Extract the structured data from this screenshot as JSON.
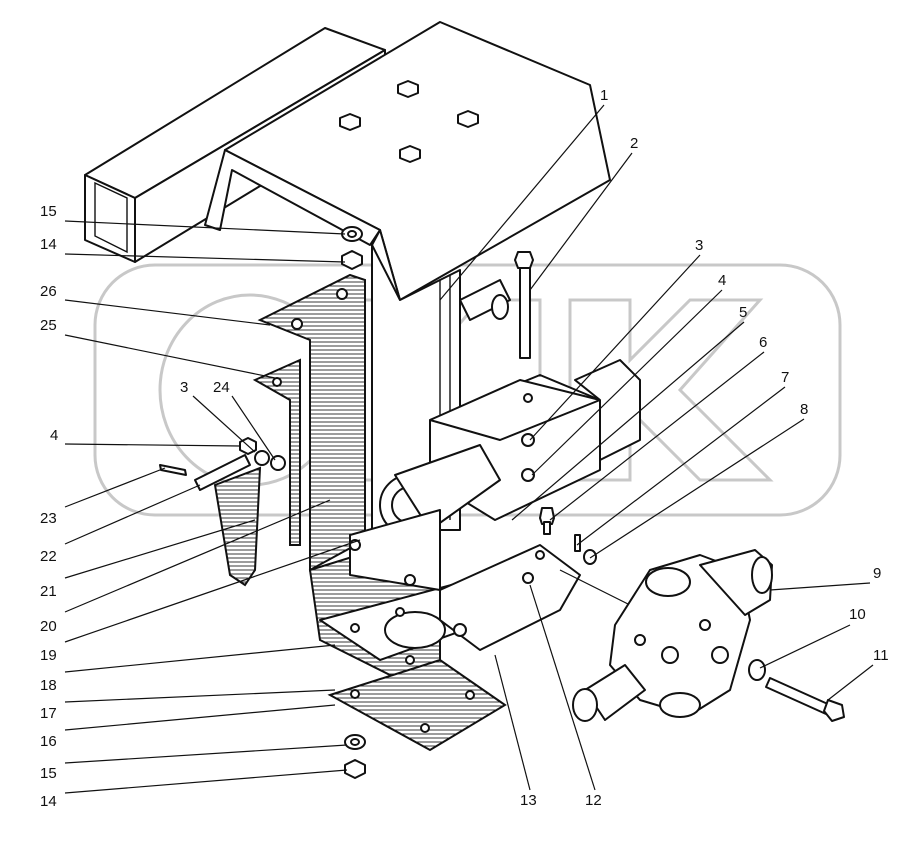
{
  "callouts": [
    {
      "id": "1",
      "text": "1"
    },
    {
      "id": "2",
      "text": "2"
    },
    {
      "id": "3",
      "text": "3"
    },
    {
      "id": "4",
      "text": "4"
    },
    {
      "id": "5",
      "text": "5"
    },
    {
      "id": "6",
      "text": "6"
    },
    {
      "id": "7",
      "text": "7"
    },
    {
      "id": "8",
      "text": "8"
    },
    {
      "id": "9",
      "text": "9"
    },
    {
      "id": "10",
      "text": "10"
    },
    {
      "id": "11",
      "text": "11"
    },
    {
      "id": "15a",
      "text": "15"
    },
    {
      "id": "14a",
      "text": "14"
    },
    {
      "id": "26",
      "text": "26"
    },
    {
      "id": "25",
      "text": "25"
    },
    {
      "id": "3b",
      "text": "3"
    },
    {
      "id": "24",
      "text": "24"
    },
    {
      "id": "4b",
      "text": "4"
    },
    {
      "id": "23",
      "text": "23"
    },
    {
      "id": "22",
      "text": "22"
    },
    {
      "id": "21",
      "text": "21"
    },
    {
      "id": "20",
      "text": "20"
    },
    {
      "id": "19",
      "text": "19"
    },
    {
      "id": "18",
      "text": "18"
    },
    {
      "id": "17",
      "text": "17"
    },
    {
      "id": "16",
      "text": "16"
    },
    {
      "id": "15b",
      "text": "15"
    },
    {
      "id": "14b",
      "text": "14"
    },
    {
      "id": "13",
      "text": "13"
    },
    {
      "id": "12",
      "text": "12"
    }
  ],
  "watermark": {
    "text": "ОНИКС"
  }
}
